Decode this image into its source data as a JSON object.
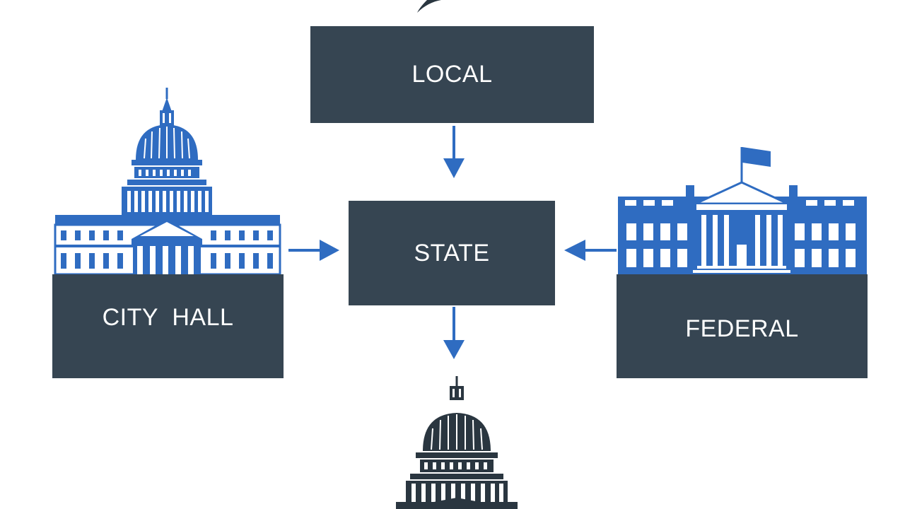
{
  "diagram": {
    "nodes": {
      "local": "LOCAL",
      "state": "STATE",
      "city_hall": "CITY  HALL",
      "federal": "FEDERAL"
    },
    "edges": [
      {
        "from": "LOCAL",
        "to": "STATE"
      },
      {
        "from": "CITY  HALL",
        "to": "STATE"
      },
      {
        "from": "FEDERAL",
        "to": "STATE"
      },
      {
        "from": "STATE",
        "to": "capitol-building"
      }
    ]
  },
  "icons": [
    "capitol-dome-icon",
    "white-house-icon",
    "capitol-building-icon"
  ],
  "colors": {
    "box_fill": "#364552",
    "accent_blue": "#2f6cc1",
    "text": "#ffffff",
    "background": "#ffffff"
  }
}
